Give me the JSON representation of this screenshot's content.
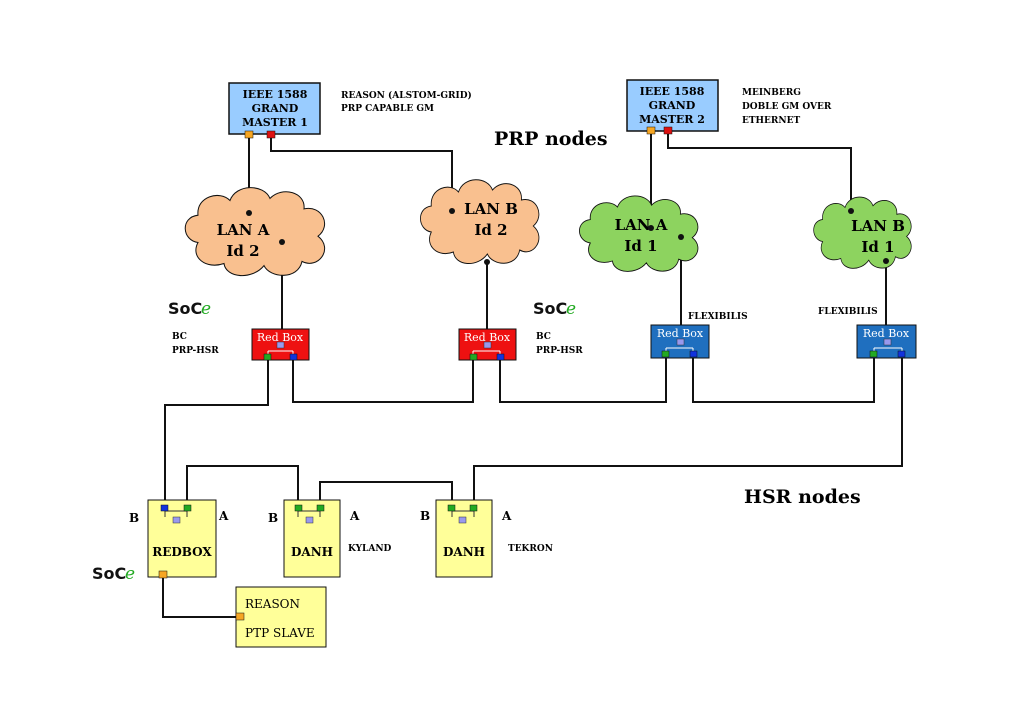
{
  "gm1": {
    "lines": [
      "IEEE 1588",
      "GRAND",
      "MASTER 1"
    ],
    "note": [
      "REASON (ALSTOM-GRID)",
      "PRP CAPABLE GM"
    ]
  },
  "gm2": {
    "lines": [
      "IEEE 1588",
      "GRAND",
      "MASTER 2"
    ],
    "note": [
      "MEINBERG",
      "DOBLE GM OVER",
      "ETHERNET"
    ]
  },
  "sections": {
    "prp": "PRP nodes",
    "hsr": "HSR nodes"
  },
  "clouds": [
    {
      "l1": "LAN A",
      "l2": "Id 2"
    },
    {
      "l1": "LAN B",
      "l2": "Id 2"
    },
    {
      "l1": "LAN A",
      "l2": "Id 1"
    },
    {
      "l1": "LAN B",
      "l2": "Id 1"
    }
  ],
  "logo": {
    "text": "SoC",
    "accent": "e"
  },
  "redbox_label": "Red Box",
  "bc_label": [
    "BC",
    "PRP-HSR"
  ],
  "flexibilis": "FLEXIBILIS",
  "hsr_devices": [
    {
      "label": "REDBOX",
      "port_b": "B",
      "port_a": "A",
      "vendor": ""
    },
    {
      "label": "DANH",
      "port_b": "B",
      "port_a": "A",
      "vendor": "KYLAND"
    },
    {
      "label": "DANH",
      "port_b": "B",
      "port_a": "A",
      "vendor": "TEKRON"
    }
  ],
  "slave": {
    "lines": [
      "REASON",
      "PTP SLAVE"
    ]
  },
  "colors": {
    "gm_fill": "#99ccff",
    "redbox_red": "#ee1111",
    "redbox_blue": "#1f6fbf",
    "hsr_fill": "#ffff99",
    "cloud_orange": "#f9c08f",
    "cloud_green": "#8dd35f"
  }
}
